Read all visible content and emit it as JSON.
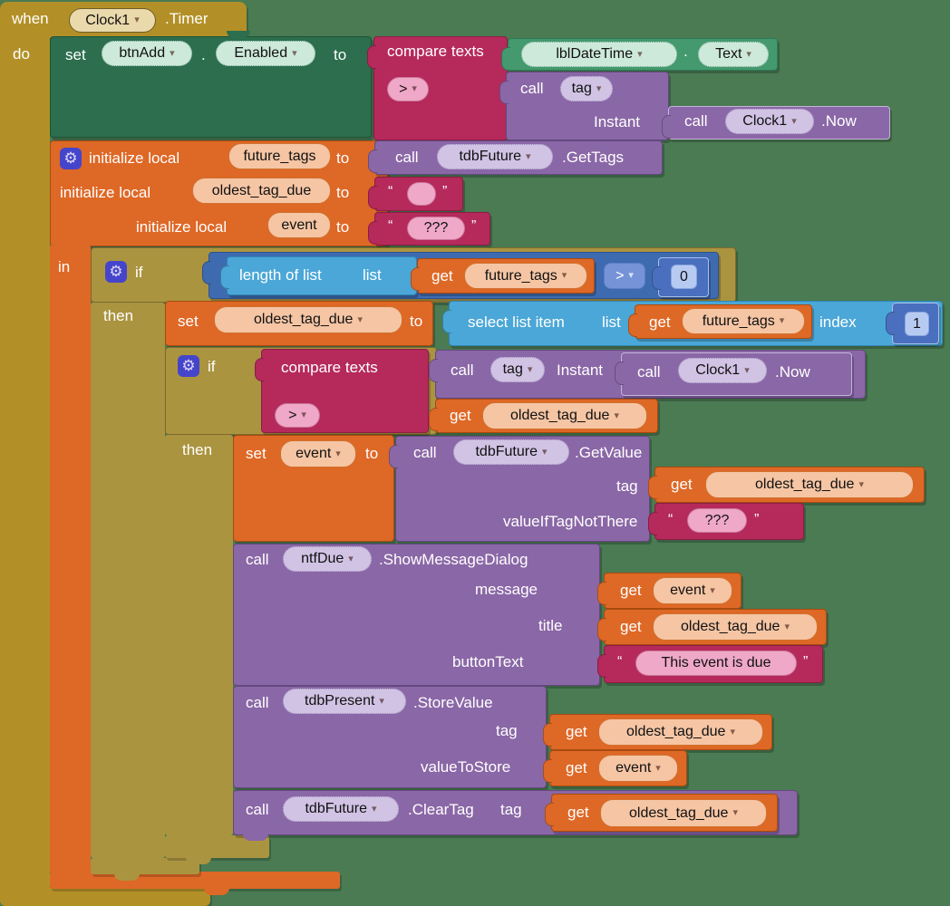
{
  "workspace": {
    "background": "#4a7b52"
  },
  "icons": {
    "dropdown_arrow": "▾",
    "gear": "⚙"
  },
  "colors": {
    "event_gold": "#b39027",
    "control_gold": "#ab9440",
    "setter_green": "#2c6e4e",
    "getter_teal": "#44996e",
    "text_magenta": "#b5295b",
    "method_purple": "#8a67a6",
    "variable_orange": "#de6826",
    "logic_blue": "#3e6bb0",
    "list_blue": "#4ba7d7",
    "math_blue": "#4a6fbe",
    "mutator_indigo": "#4545cc"
  },
  "when_block": {
    "when": "when",
    "component": "Clock1",
    "event": ".Timer",
    "do_label": "do"
  },
  "set_btnadd": {
    "set": "set",
    "component": "btnAdd",
    "dot": ".",
    "property": "Enabled",
    "to": "to"
  },
  "compare_texts_1": {
    "label": "compare texts",
    "operator": ">"
  },
  "get_lbldatetime": {
    "component": "lblDateTime",
    "dot": ".",
    "property": "Text"
  },
  "call_tag_1": {
    "call": "call",
    "procedure": "tag",
    "param_instant": "Instant"
  },
  "call_clock_now": {
    "call": "call",
    "component": "Clock1",
    "method": ".Now"
  },
  "init_locals": {
    "label": "initialize local",
    "to": "to",
    "in_label": "in",
    "var1": "future_tags",
    "var2": "oldest_tag_due",
    "var3": "event"
  },
  "call_gettags": {
    "call": "call",
    "component": "tdbFuture",
    "method": ".GetTags"
  },
  "string_empty": {
    "open": "“",
    "value": "",
    "close": "”"
  },
  "string_qqq": {
    "open": "“",
    "value": "???",
    "close": "”"
  },
  "if_block": {
    "if": "if",
    "then": "then"
  },
  "length_of_list": {
    "label": "length of list",
    "list": "list"
  },
  "get_future_tags": {
    "get": "get",
    "variable": "future_tags"
  },
  "compare_gt_blue": {
    "operator": ">"
  },
  "number_zero": {
    "value": "0"
  },
  "number_one": {
    "value": "1"
  },
  "set_oldest": {
    "set": "set",
    "variable": "oldest_tag_due",
    "to": "to"
  },
  "select_list_item": {
    "label": "select list item",
    "list": "list",
    "index": "index"
  },
  "compare_texts_2": {
    "label": "compare texts",
    "operator": ">"
  },
  "get_oldest": {
    "get": "get",
    "variable": "oldest_tag_due"
  },
  "get_event": {
    "get": "get",
    "variable": "event"
  },
  "set_event": {
    "set": "set",
    "variable": "event",
    "to": "to"
  },
  "call_getvalue": {
    "call": "call",
    "component": "tdbFuture",
    "method": ".GetValue",
    "param_tag": "tag",
    "param_notthere": "valueIfTagNotThere"
  },
  "call_showdialog": {
    "call": "call",
    "component": "ntfDue",
    "method": ".ShowMessageDialog",
    "param_message": "message",
    "param_title": "title",
    "param_buttontext": "buttonText"
  },
  "string_button_text": {
    "open": "“",
    "value": "This event is due",
    "close": "”"
  },
  "call_storevalue": {
    "call": "call",
    "component": "tdbPresent",
    "method": ".StoreValue",
    "param_tag": "tag",
    "param_valuetostore": "valueToStore"
  },
  "call_cleartag": {
    "call": "call",
    "component": "tdbFuture",
    "method": ".ClearTag",
    "param_tag": "tag"
  }
}
